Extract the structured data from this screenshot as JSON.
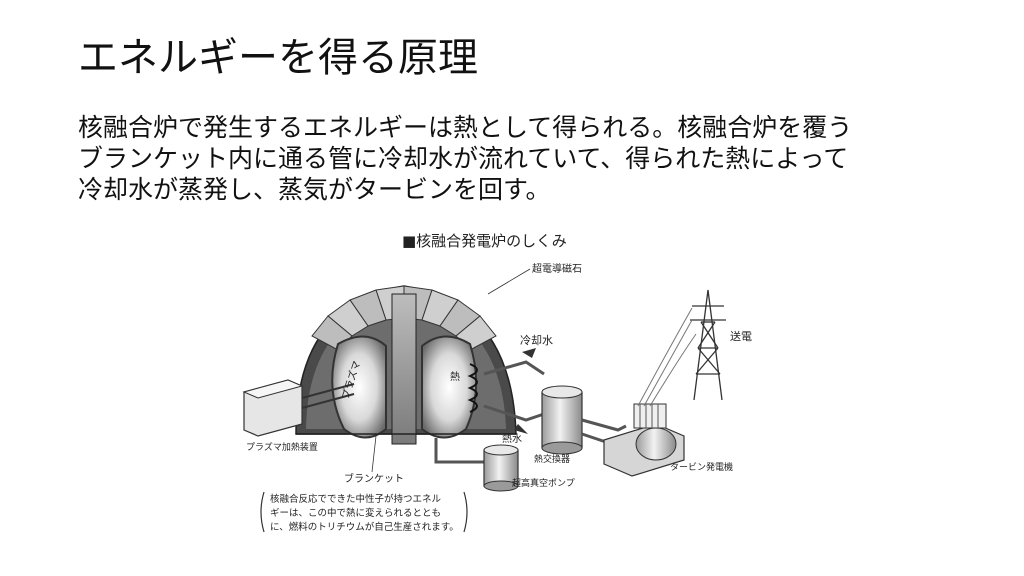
{
  "slide": {
    "title": "エネルギーを得る原理",
    "body_lines": [
      "核融合炉で発生するエネルギーは熱として得られる。核融合炉を覆う",
      "ブランケット内に通る管に冷却水が流れていて、得られた熱によって",
      "冷却水が蒸発し、蒸気がタービンを回す。"
    ]
  },
  "figure": {
    "title": "■核融合発電炉のしくみ",
    "labels": {
      "superconducting_magnet": "超電導磁石",
      "cooling_water": "冷却水",
      "power_transmission": "送電",
      "plasma": "プラズマ",
      "heat": "熱",
      "hot_water": "熱水",
      "heat_exchanger": "熱交換器",
      "plasma_heating": "プラズマ加熱装置",
      "turbine_generator": "タービン発電機",
      "vacuum_pump": "超高真空ポンプ",
      "blanket": "ブランケット"
    },
    "note_lines": [
      "核融合反応でできた中性子が持つエネル",
      "ギーは、この中で熱に変えられるととも",
      "に、燃料のトリチウムが自己生産されます。"
    ]
  }
}
